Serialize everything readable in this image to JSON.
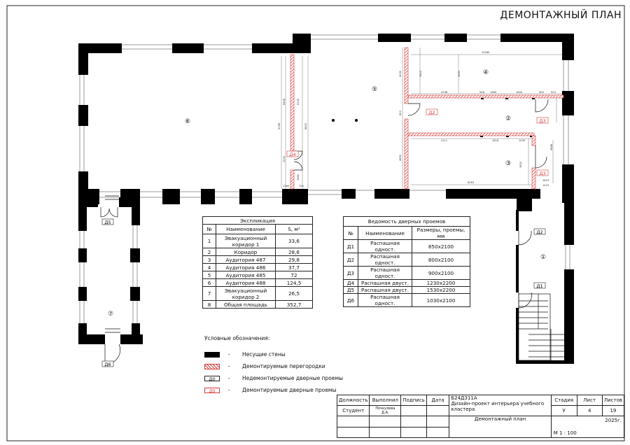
{
  "sheet_title": "ДЕМОНТАЖНЫЙ ПЛАН",
  "rooms": [
    "①",
    "②",
    "③",
    "④",
    "⑤",
    "⑥",
    "⑦"
  ],
  "doors": {
    "d1": "Д1",
    "d2": "Д2",
    "d3": "Д3",
    "d4": "Д4",
    "d5": "Д5",
    "d6": "Д6"
  },
  "dimensions": {
    "r4_width": "10260",
    "r4_h": "3650",
    "r4_left": "3612",
    "r4_total": "4030",
    "r4_seg1": "4748",
    "r4_col": "548",
    "r4_seg2": "1460",
    "r4_seg3": "1604",
    "r4_door": "900",
    "r4_right": "923",
    "r5_left": "8820",
    "r5_mid": "800",
    "r5_low": "4850",
    "r6_h": "9398",
    "r6_top": "6408",
    "r6_part": "6130",
    "r6_door": "1230",
    "r6_low": "1460",
    "r6_b1": "1180",
    "r6_b2": "700",
    "r3_seg1": "4111",
    "r3_seg2": "1618",
    "r3_seg3": "1439",
    "r3_h": "3620",
    "r3_w": "8283",
    "r3_r1": "1823",
    "r3_r2": "1423",
    "r3_side": "5888"
  },
  "explication": {
    "title": "Экспликация",
    "headers": [
      "№",
      "Наименование",
      "S, м²"
    ],
    "rows": [
      [
        "1",
        "Эвакуационный коридор 1",
        "33,6"
      ],
      [
        "2",
        "Коридор",
        "28,6"
      ],
      [
        "3",
        "Аудитория 487",
        "29,8"
      ],
      [
        "4",
        "Аудитория 486",
        "37,7"
      ],
      [
        "5",
        "Аудитория 485",
        "72"
      ],
      [
        "6",
        "Аудитория 488",
        "124,5"
      ],
      [
        "7",
        "Эвакуационный коридор 2",
        "26,5"
      ],
      [
        "8",
        "Общая площадь",
        "352,7"
      ]
    ]
  },
  "door_schedule": {
    "title": "Ведомость дверных проемов",
    "headers": [
      "№",
      "Наименование",
      "Размеры, проемы, мм"
    ],
    "rows": [
      [
        "Д1",
        "Распашная одност.",
        "850x2100"
      ],
      [
        "Д2",
        "Распашная одност.",
        "800x2100"
      ],
      [
        "Д3",
        "Распашная одност.",
        "900x2100"
      ],
      [
        "Д4",
        "Распашная двуст.",
        "1230x2200"
      ],
      [
        "Д5",
        "Распашная двуст.",
        "1530x2200"
      ],
      [
        "Д6",
        "Распашная одност.",
        "1030x2100"
      ]
    ]
  },
  "legend": {
    "title": "Условные обозначения:",
    "dash": "-",
    "tag": "Д0",
    "items": [
      "Несущие стены",
      "Демонтируемые перегородки",
      "Недемонтируемые дверные проемы",
      "Демонтируемые дверные проемы"
    ]
  },
  "stamp": {
    "h_position": "Должность",
    "h_done": "Выполнил",
    "h_sign": "Подпись",
    "h_date": "Дата",
    "role": "Студент",
    "author": "Почкулева Д.А.",
    "code": "Б24Д311А",
    "project": "Дизайн-проект интерьера учебного кластера",
    "sheet_name": "Демонтажный план",
    "h_stage": "Стадия",
    "h_sheet": "Лист",
    "h_sheets": "Листов",
    "stage": "У",
    "sheet": "4",
    "sheets": "19",
    "year": "2025г.",
    "scale": "М 1 : 100"
  },
  "colors": {
    "wall": "#000000",
    "demolish": "#d43a3a"
  }
}
